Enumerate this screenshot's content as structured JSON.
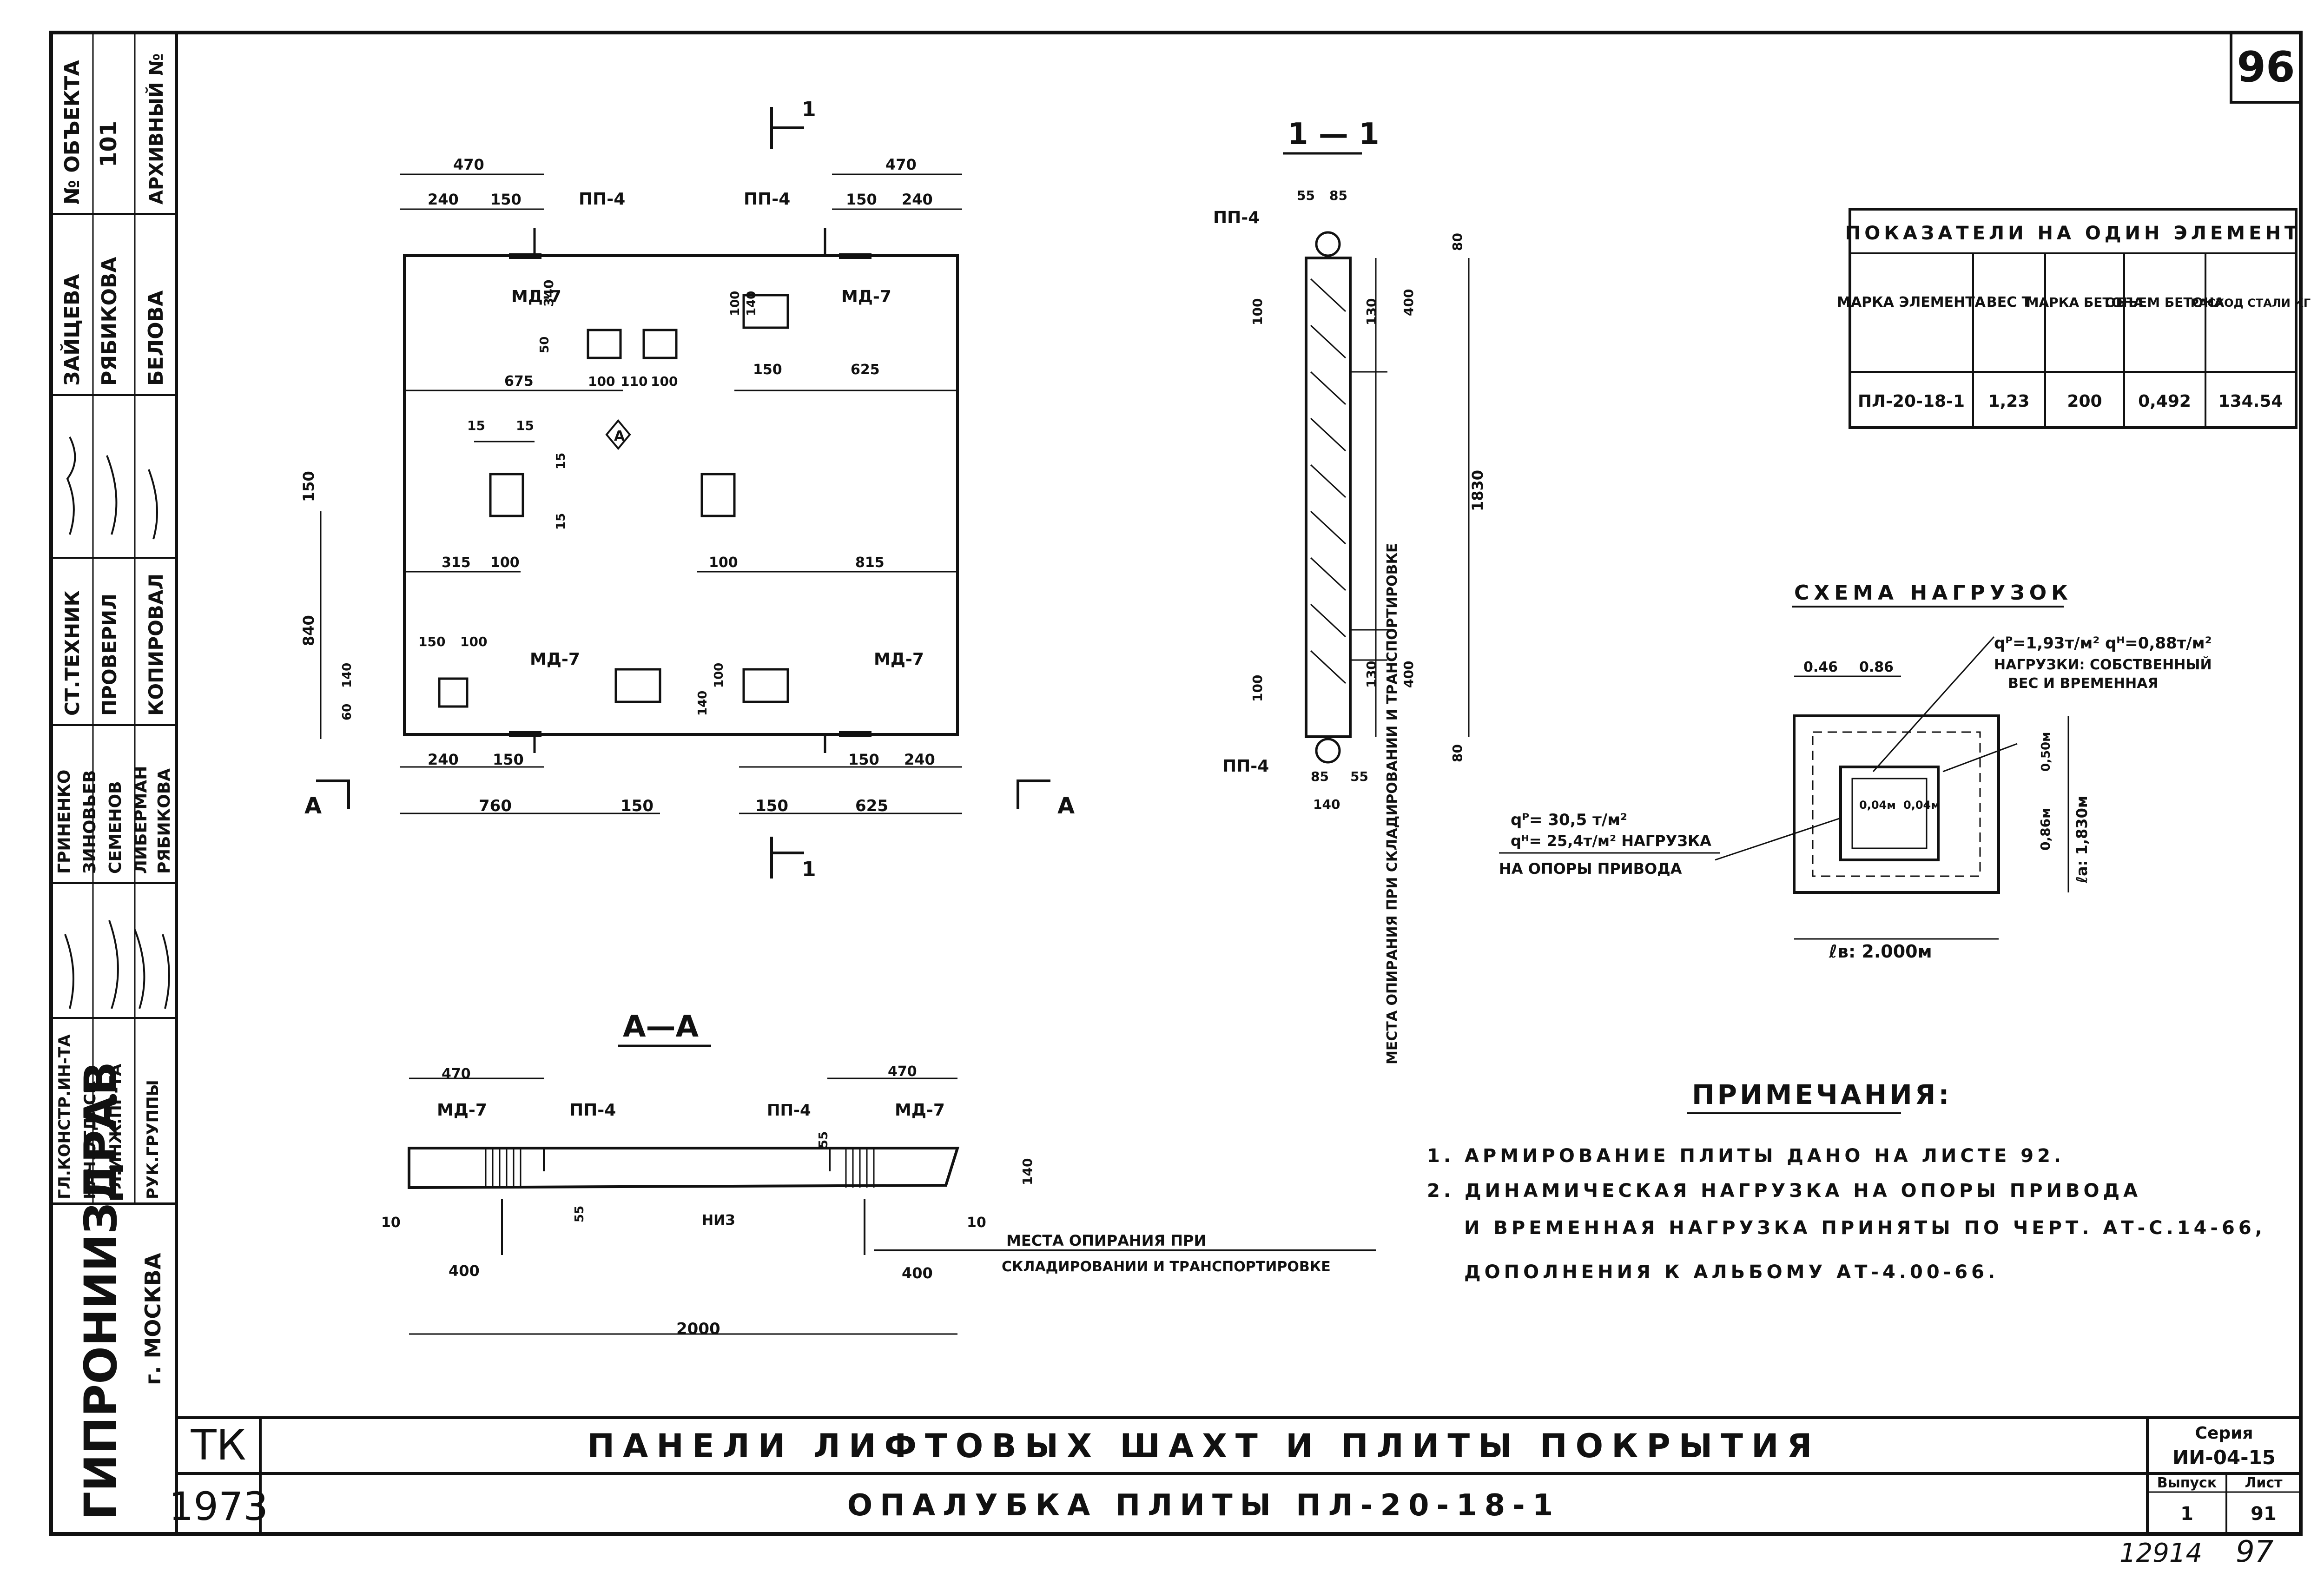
{
  "page_number": "96",
  "bottom_stamp": "12914",
  "bottom_page": "97",
  "title_block": {
    "org_code": "ТК",
    "year": "1973",
    "sheet_title": "ПАНЕЛИ ЛИФТОВЫХ ШАХТ И ПЛИТЫ ПОКРЫТИЯ",
    "drawing_title": "ОПАЛУБКА ПЛИТЫ ПЛ-20-18-1",
    "series_label": "Серия",
    "series_value": "ИИ-04-15",
    "issue_label": "Выпуск",
    "issue_value": "1",
    "sheet_label": "Лист",
    "sheet_value": "91"
  },
  "side_stamp": {
    "org": "ГИПРОНИИЗДРАВ",
    "city": "г. МОСКВА",
    "object_no": "101",
    "archive_label": "АРХИВНЫЙ №",
    "object_label": "№ ОБЪЕКТА",
    "roles": [
      "ГЛ.КОНСТР.ИН-ТА",
      "НАЧ.ОТД. СК",
      "ГЛ.ИНЖ.ПР-ТА",
      "РУК.ГРУППЫ"
    ],
    "names": [
      "ГРИНЕНКО",
      "ЗИНОВЬЕВ",
      "СЕМЕНОВ",
      "ЛИБЕРМАН",
      "РЯБИКОВА"
    ],
    "roles2": [
      "СТ.ТЕХНИК",
      "ПРОВЕРИЛ",
      "КОПИРОВАЛ"
    ],
    "names2": [
      "ЗАЙЦЕВА",
      "РЯБИКОВА",
      "БЕЛОВА"
    ]
  },
  "indicators_table": {
    "title": "ПОКАЗАТЕЛИ НА ОДИН ЭЛЕМЕНТ",
    "headers": [
      "МАРКА ЭЛЕМЕНТА",
      "ВЕС Т",
      "МАРКА БЕТОНА",
      "ОБЪЕМ БЕТОНА",
      "РАСХОД СТАЛИ КГ"
    ],
    "row": [
      "ПЛ-20-18-1",
      "1,23",
      "200",
      "0,492",
      "134.54"
    ]
  },
  "section_1_1": {
    "title": "1 — 1",
    "loop_top": "ПП-4",
    "loop_bottom": "ПП-4",
    "note": "МЕСТА ОПИРАНИЯ ПРИ СКЛАДИРОВАНИИ И ТРАНСПОРТИРОВКЕ",
    "dims": [
      "55",
      "85",
      "80",
      "100",
      "130",
      "400",
      "1830",
      "100",
      "130",
      "400",
      "80",
      "85",
      "55",
      "140"
    ]
  },
  "load_scheme": {
    "title": "СХЕМА НАГРУЗОК",
    "q_text": "qᴾ=1,93т/м²  qᴴ=0,88т/м²",
    "q_note1": "НАГРУЗКИ: СОБСТВЕННЫЙ",
    "q_note2": "ВЕС И ВРЕМЕННАЯ",
    "q_support1": "qᴾ= 30,5 т/м²",
    "q_support2": "qᴴ= 25,4т/м² НАГРУЗКА",
    "q_support3": "НА ОПОРЫ ПРИВОДА",
    "dim_top1": "0.46",
    "dim_top2": "0.86",
    "lb_label": "ℓв: 2.000м",
    "la_label": "ℓа: 1,830м",
    "dim_086": "0,86м",
    "dim_050": "0,50м",
    "dim_004": "0,04м"
  },
  "plan_view": {
    "marks": [
      "ПП-4",
      "ПП-4",
      "МД-7",
      "МД-7",
      "МД-7",
      "МД-7",
      "А"
    ],
    "section_mark": "1",
    "section_a": "А",
    "dims_top": [
      "470",
      "240",
      "150",
      "470",
      "150",
      "240"
    ],
    "dims_inner": [
      "340",
      "100",
      "140",
      "50",
      "675",
      "100",
      "110",
      "100",
      "150",
      "625",
      "15",
      "15",
      "15",
      "15",
      "315",
      "100",
      "100",
      "815",
      "150",
      "100",
      "140",
      "60",
      "100",
      "140"
    ],
    "dims_left": [
      "150",
      "840"
    ],
    "dims_bottom": [
      "240",
      "150",
      "150",
      "240",
      "760",
      "150",
      "150",
      "625"
    ]
  },
  "section_a_a": {
    "title": "А—А",
    "labels": [
      "МД-7",
      "ПП-4",
      "ПП-4",
      "МД-7",
      "НИЗ"
    ],
    "dims": [
      "470",
      "470",
      "55",
      "140",
      "10",
      "55",
      "10",
      "400",
      "400",
      "2000"
    ],
    "note1": "МЕСТА ОПИРАНИЯ ПРИ",
    "note2": "СКЛАДИРОВАНИИ И ТРАНСПОРТИРОВКЕ"
  },
  "notes": {
    "title": "ПРИМЕЧАНИЯ:",
    "items": [
      "1. АРМИРОВАНИЕ ПЛИТЫ ДАНО НА ЛИСТЕ 92.",
      "2. ДИНАМИЧЕСКАЯ НАГРУЗКА НА ОПОРЫ ПРИВОДА",
      "И ВРЕМЕННАЯ НАГРУЗКА ПРИНЯТЫ ПО ЧЕРТ. АТ-С.14-66,",
      "ДОПОЛНЕНИЯ К АЛЬБОМУ АТ-4.00-66."
    ]
  }
}
